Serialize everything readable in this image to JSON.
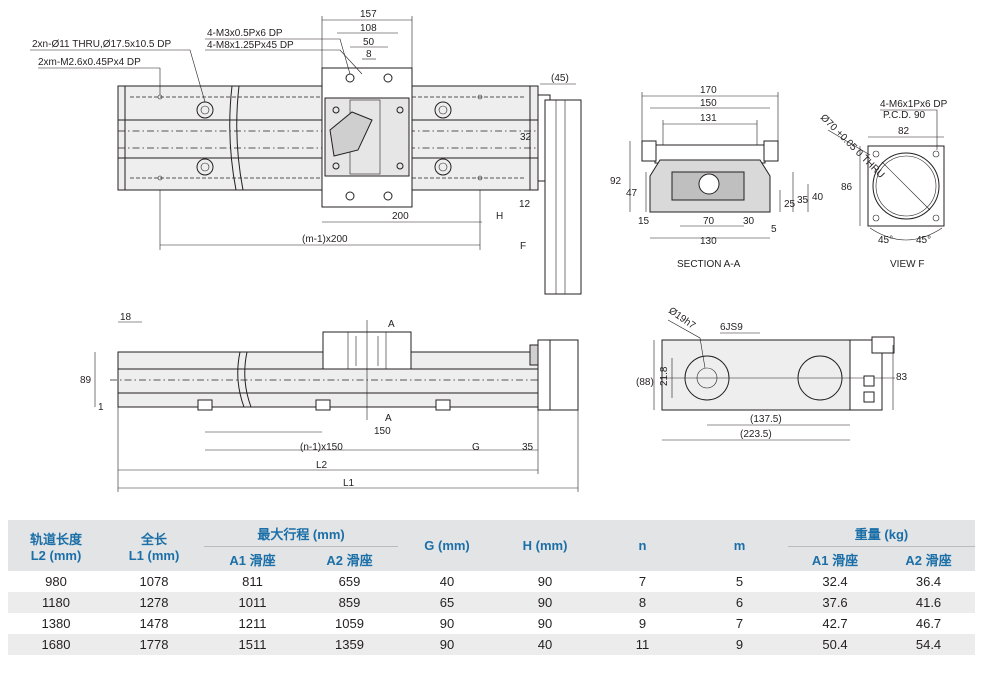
{
  "top_view": {
    "callouts": [
      "2xn-Ø11 THRU,Ø17.5x10.5 DP",
      "2xm-M2.6x0.45Px4 DP",
      "4-M3x0.5Px6 DP",
      "4-M8x1.25Px45 DP"
    ],
    "dims": [
      "157",
      "108",
      "50",
      "8",
      "(45)",
      "200",
      "H",
      "12",
      "32",
      "(m-1)x200",
      "F"
    ]
  },
  "section_view": {
    "dims": [
      "170",
      "150",
      "131",
      "92",
      "47",
      "15",
      "70",
      "30",
      "130",
      "25",
      "35",
      "40",
      "5"
    ],
    "caption": "SECTION A-A"
  },
  "view_f": {
    "callouts": [
      "4-M6x1Px6 DP",
      "P.C.D. 90",
      "Ø70 +0.05 0 THRU"
    ],
    "dims": [
      "82",
      "86",
      "45°",
      "45°"
    ],
    "caption": "VIEW F"
  },
  "front_view": {
    "dims": [
      "18",
      "89",
      "1",
      "A",
      "A",
      "150",
      "(n-1)x150",
      "G",
      "35",
      "L2",
      "L1"
    ]
  },
  "side_view": {
    "dims": [
      "Ø19h7",
      "6JS9",
      "(88)",
      "21.8",
      "83",
      "(137.5)",
      "(223.5)"
    ]
  },
  "table": {
    "headers": {
      "rail_length": "轨道长度",
      "rail_length_unit": "L2 (mm)",
      "total_length": "全长",
      "total_length_unit": "L1 (mm)",
      "max_stroke": "最大行程 (mm)",
      "a1": "A1 滑座",
      "a2": "A2 滑座",
      "g": "G (mm)",
      "h": "H (mm)",
      "n": "n",
      "m": "m",
      "weight": "重量 (kg)",
      "w_a1": "A1 滑座",
      "w_a2": "A2 滑座"
    },
    "rows": [
      [
        "980",
        "1078",
        "811",
        "659",
        "40",
        "90",
        "7",
        "5",
        "32.4",
        "36.4"
      ],
      [
        "1180",
        "1278",
        "1011",
        "859",
        "65",
        "90",
        "8",
        "6",
        "37.6",
        "41.6"
      ],
      [
        "1380",
        "1478",
        "1211",
        "1059",
        "90",
        "90",
        "9",
        "7",
        "42.7",
        "46.7"
      ],
      [
        "1680",
        "1778",
        "1511",
        "1359",
        "90",
        "40",
        "11",
        "9",
        "50.4",
        "54.4"
      ]
    ]
  }
}
